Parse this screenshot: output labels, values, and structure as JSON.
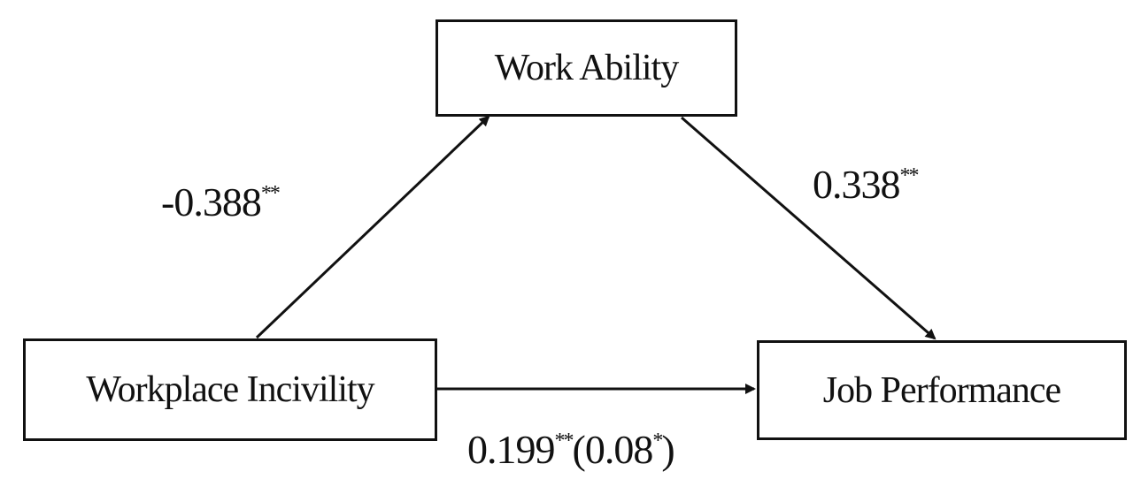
{
  "nodes": {
    "mediator": "Work Ability",
    "predictor": "Workplace Incivility",
    "outcome": "Job Performance"
  },
  "paths": {
    "a": {
      "value": "-0.388",
      "sig": "**"
    },
    "b": {
      "value": "0.338",
      "sig": "**"
    },
    "c": {
      "value": "0.199",
      "sig": "**",
      "direct_open": "(0.08",
      "direct_sig": "*",
      "direct_close": ")"
    }
  },
  "colors": {
    "line": "#111111",
    "background": "#ffffff"
  }
}
